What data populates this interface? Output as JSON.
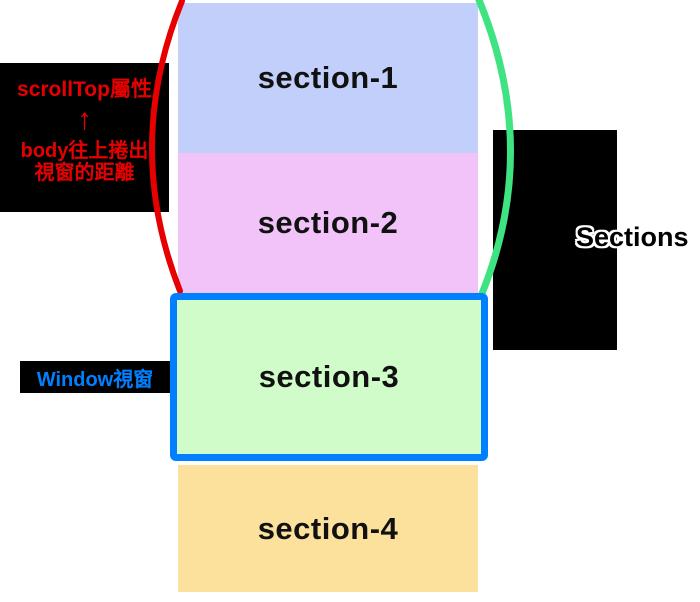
{
  "title": "scrollTop concept diagram",
  "colors": {
    "red": "#E60000",
    "blue": "#0080FF",
    "green_arc": "#3FE381",
    "black": "#000000",
    "section_text": "#111111",
    "background": "#FFFFFF"
  },
  "sections": [
    {
      "label": "section-1",
      "bg": "#C1CFFA"
    },
    {
      "label": "section-2",
      "bg": "#F1C3F9"
    },
    {
      "label": "section-3",
      "bg": "#CFFCC9"
    },
    {
      "label": "section-4",
      "bg": "#FBE19C"
    }
  ],
  "scrolltop_note": {
    "property_label": "scrollTop屬性",
    "arrow": "↑",
    "distance_line1": "body往上捲出",
    "distance_line2": "視窗的距離"
  },
  "window_note": {
    "label": "Window視窗"
  },
  "sections_note": {
    "label": "Sections"
  }
}
